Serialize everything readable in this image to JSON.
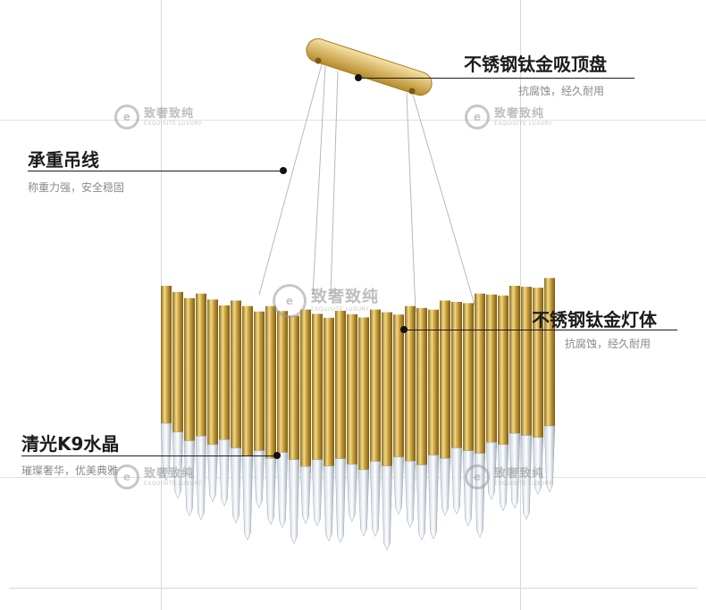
{
  "callouts": {
    "canopy": {
      "title": "不锈钢钛金吸顶盘",
      "subtitle": "抗腐蚀，经久耐用"
    },
    "wire": {
      "title": "承重吊线",
      "subtitle": "称重力强，安全稳固"
    },
    "body": {
      "title": "不锈钢钛金灯体",
      "subtitle": "抗腐蚀，经久耐用"
    },
    "crystal": {
      "title": "清光K9水晶",
      "subtitle": "璀璨奢华，优美典雅"
    }
  },
  "watermark": {
    "cn": "致奢致纯",
    "en": "EXQUISITE LUXURY",
    "logo_glyph": "e"
  },
  "colors": {
    "gold": "#c9a03a",
    "gold_light": "#f3d98a",
    "gold_dark": "#8a6a1c",
    "crystal": "#e6ecf3",
    "text": "#1c1c1c",
    "sub": "#8a8a8a"
  }
}
